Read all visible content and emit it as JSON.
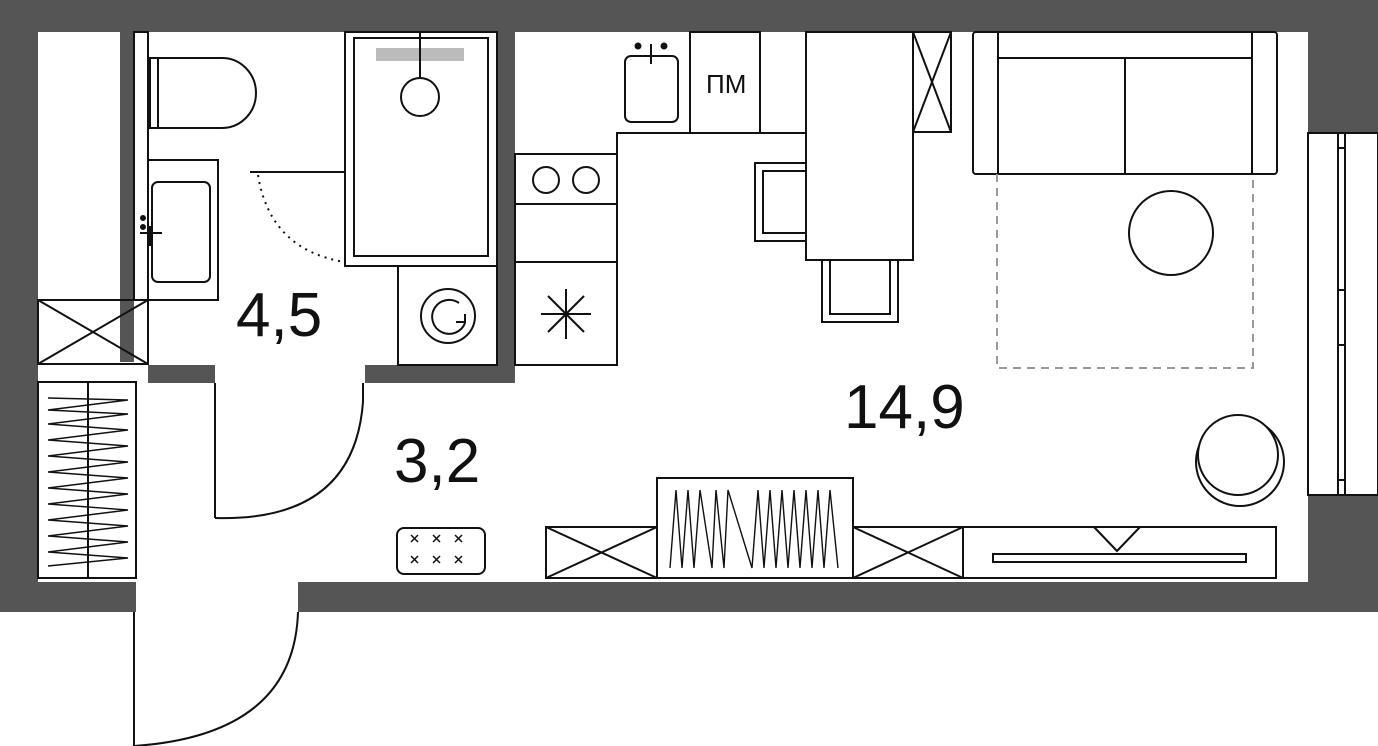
{
  "rooms": {
    "bathroom_area": "4,5",
    "hallway_area": "3,2",
    "living_area": "14,9"
  },
  "fixtures": {
    "dishwasher_label": "ПМ"
  },
  "colors": {
    "wall": "#555555",
    "line": "#111111",
    "rug_outline": "#999999",
    "background": "#ffffff"
  },
  "icons": [
    "toilet-icon",
    "bathroom-sink-icon",
    "bathtub-icon",
    "shower-head-icon",
    "washing-machine-icon",
    "kitchen-sink-icon",
    "cooktop-icon",
    "fan-icon",
    "bar-counter-icon",
    "stool-icon",
    "sofa-icon",
    "coffee-table-icon",
    "rug-icon",
    "armchair-icon",
    "tv-unit-icon",
    "wardrobe-icon",
    "closet-icon",
    "floor-mat-icon",
    "window-icon",
    "entrance-door-icon"
  ]
}
